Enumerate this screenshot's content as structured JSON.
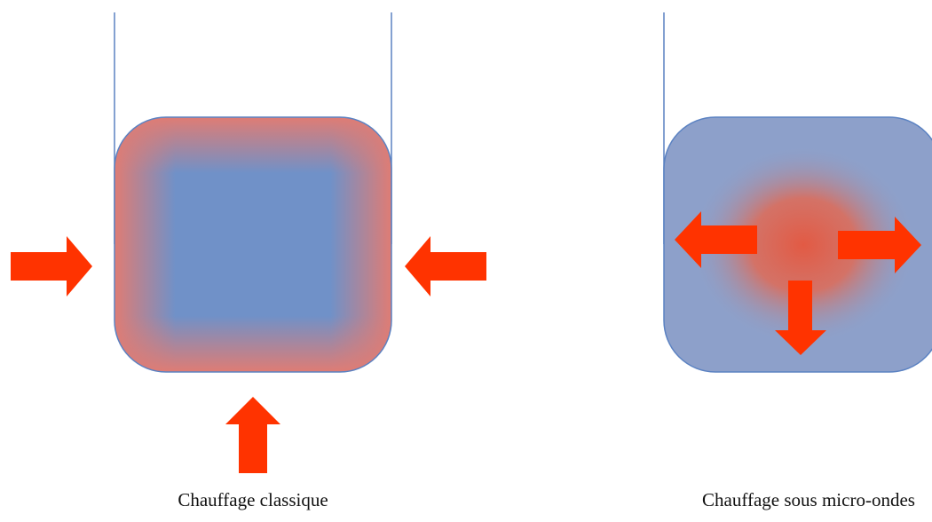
{
  "panels": [
    {
      "caption": "Chauffage classique",
      "fill_gradient": {
        "center_color": "#7091c8",
        "edge_color": "#df7c74"
      },
      "heat_arrows_direction": "inward",
      "arrows": [
        "right",
        "left",
        "up"
      ]
    },
    {
      "caption": "Chauffage sous micro-ondes",
      "fill_gradient": {
        "center_color": "#e06a55",
        "edge_color": "#8da0ca"
      },
      "heat_arrows_direction": "outward",
      "arrows": [
        "left",
        "right",
        "down"
      ]
    }
  ],
  "colors": {
    "arrow": "#ff3300",
    "vessel_outline": "#5b82c2"
  }
}
